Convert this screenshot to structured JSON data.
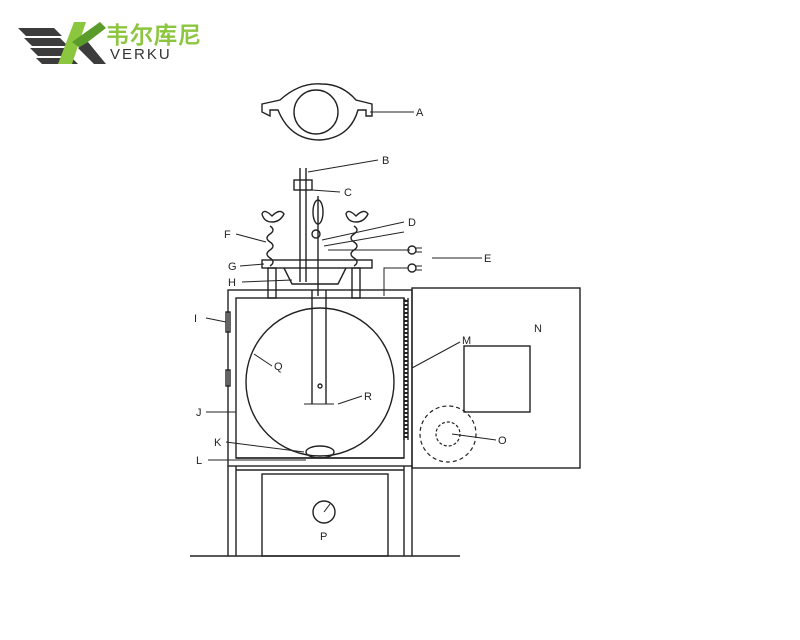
{
  "brand": {
    "name_cn": "韦尔库尼",
    "name_en": "VERKU",
    "colors": {
      "accent": "#8cc63f",
      "dark": "#333333"
    }
  },
  "diagram": {
    "labels": [
      "A",
      "B",
      "C",
      "D",
      "E",
      "F",
      "G",
      "H",
      "I",
      "J",
      "K",
      "L",
      "M",
      "N",
      "O",
      "P",
      "Q",
      "R"
    ]
  }
}
